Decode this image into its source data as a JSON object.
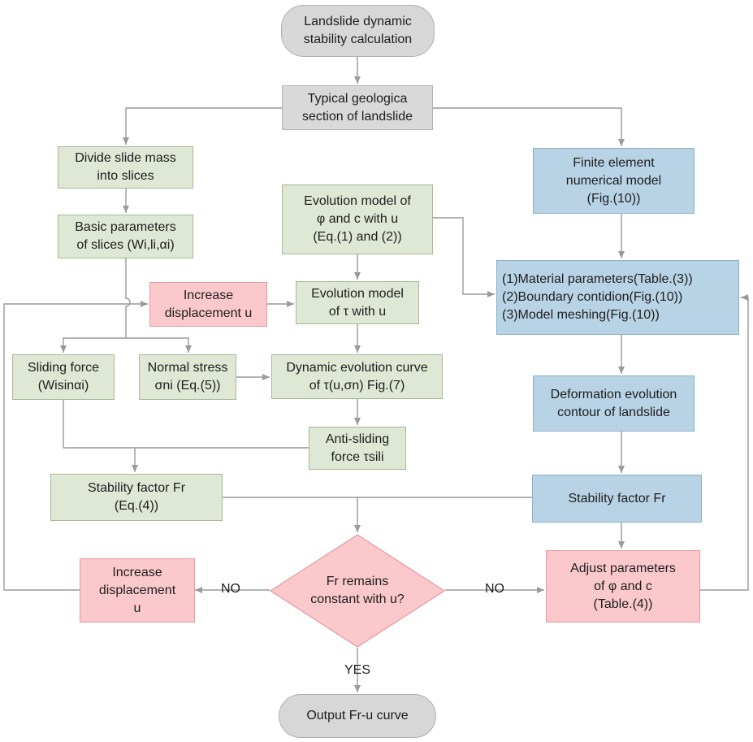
{
  "nodes": {
    "start": [
      "Landslide dynamic",
      "stability calculation"
    ],
    "typical_section": [
      "Typical geologica",
      "section of landslide"
    ],
    "divide_slices": [
      "Divide slide mass",
      "into slices"
    ],
    "basic_params": [
      "Basic parameters",
      "of slices (Wi,li,αi)"
    ],
    "evolution_phi_c": [
      "Evolution model of",
      "φ and c with u",
      "(Eq.(1) and (2))"
    ],
    "fe_model": [
      "Finite element",
      "numerical model",
      "(Fig.(10))"
    ],
    "increase_disp_top": [
      "Increase",
      "displacement u"
    ],
    "evolution_tau": [
      "Evolution model",
      "of τ with u"
    ],
    "material_block": [
      "(1)Material parameters(Table.(3))",
      "(2)Boundary contidion(Fig.(10))",
      "(3)Model meshing(Fig.(10))"
    ],
    "sliding_force": [
      "Sliding force",
      "(Wisinαi)"
    ],
    "normal_stress": [
      "Normal stress",
      "σni (Eq.(5))"
    ],
    "dynamic_curve": [
      "Dynamic evolution curve",
      "of τ(u,σn) Fig.(7)"
    ],
    "deformation_contour": [
      "Deformation evolution",
      "contour of landslide"
    ],
    "anti_sliding": [
      "Anti-sliding",
      "force τsili"
    ],
    "stability_left": [
      "Stability factor Fr",
      "(Eq.(4))"
    ],
    "stability_right": [
      "Stability factor Fr"
    ],
    "increase_disp_bottom": [
      "Increase",
      "displacement",
      "u"
    ],
    "decision": [
      "Fr remains",
      "constant with u?"
    ],
    "adjust_params": [
      "Adjust parameters",
      "of φ and c",
      "(Table.(4))"
    ],
    "output": [
      "Output Fr-u curve"
    ]
  },
  "edge_labels": {
    "no_left": "NO",
    "no_right": "NO",
    "yes": "YES"
  },
  "colors": {
    "green_fill": "#dfe8d4",
    "blue_fill": "#b8d3e6",
    "pink_fill": "#fbc9cb",
    "gray_fill": "#d9d9d9",
    "connector": "#9a9a9a"
  }
}
